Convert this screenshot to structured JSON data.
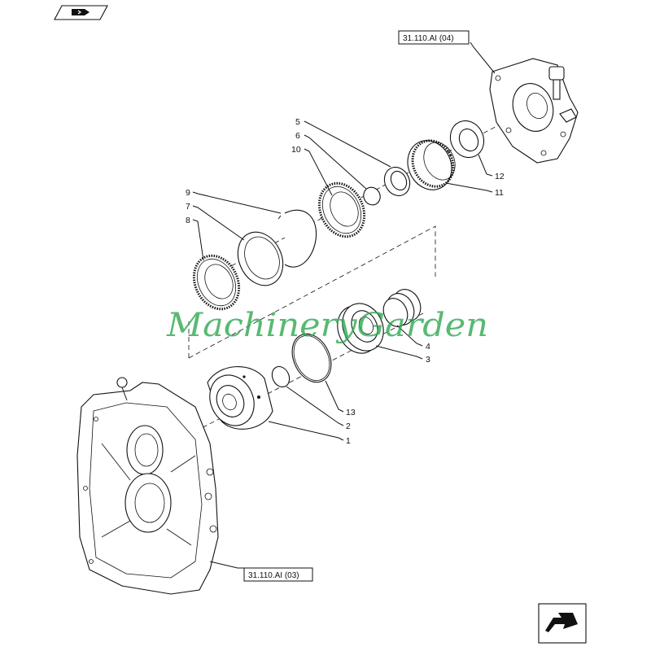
{
  "references": {
    "top": "31.110.AI (04)",
    "bottom": "31.110.AI (03)"
  },
  "watermark": "MachineryGarden",
  "callouts": {
    "c1": "1",
    "c2": "2",
    "c3": "3",
    "c4": "4",
    "c5": "5",
    "c6": "6",
    "c7": "7",
    "c8": "8",
    "c9": "9",
    "c10": "10",
    "c11": "11",
    "c12": "12",
    "c13": "13"
  },
  "icons": {
    "top_left": "page-nav-book-icon",
    "bottom_right": "next-page-arrow-icon"
  },
  "colors": {
    "line": "#111111",
    "watermark": "#2fa84f",
    "background": "#ffffff"
  }
}
